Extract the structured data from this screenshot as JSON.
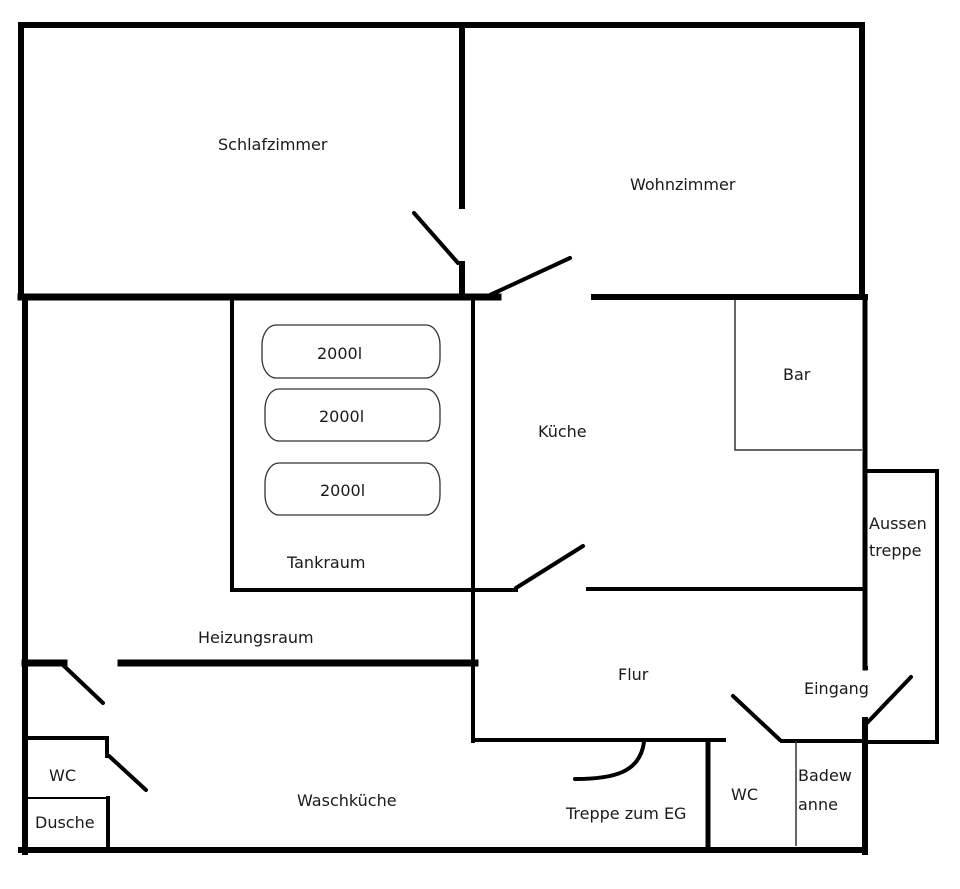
{
  "diagram": {
    "type": "floor-plan",
    "colors": {
      "wall": "#000000",
      "background": "#ffffff",
      "text": "#1a1a1a"
    },
    "rooms": [
      {
        "id": "schlafzimmer",
        "label": "Schlafzimmer"
      },
      {
        "id": "wohnzimmer",
        "label": "Wohnzimmer"
      },
      {
        "id": "tankraum",
        "label": "Tankraum"
      },
      {
        "id": "kueche",
        "label": "Küche"
      },
      {
        "id": "bar",
        "label": "Bar"
      },
      {
        "id": "aussentreppe",
        "label_lines": [
          "Aussen",
          "treppe"
        ]
      },
      {
        "id": "heizungsraum",
        "label": "Heizungsraum"
      },
      {
        "id": "flur",
        "label": "Flur"
      },
      {
        "id": "eingang",
        "label": "Eingang"
      },
      {
        "id": "wc-left",
        "label": "WC"
      },
      {
        "id": "dusche",
        "label": "Dusche"
      },
      {
        "id": "waschkueche",
        "label": "Waschküche"
      },
      {
        "id": "treppe",
        "label": "Treppe zum EG"
      },
      {
        "id": "wc-right",
        "label": "WC"
      },
      {
        "id": "badewanne",
        "label_lines": [
          "Badew",
          "anne"
        ]
      }
    ],
    "tanks": [
      {
        "label": "2000l"
      },
      {
        "label": "2000l"
      },
      {
        "label": "2000l"
      }
    ]
  }
}
